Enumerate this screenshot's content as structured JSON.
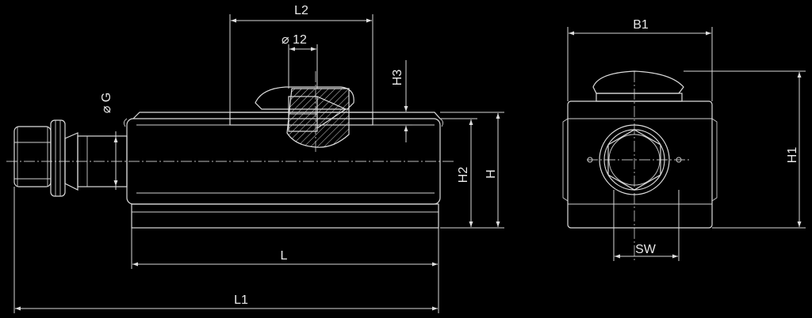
{
  "labels": {
    "l2": "L2",
    "d12": "⌀ 12",
    "h3": "H3",
    "og": "⌀ G",
    "h2": "H2",
    "h": "H",
    "l": "L",
    "l1": "L1",
    "b1": "B1",
    "h1": "H1",
    "sw": "SW"
  },
  "colors": {
    "background": "#000000",
    "line": "#dcdcdc"
  }
}
